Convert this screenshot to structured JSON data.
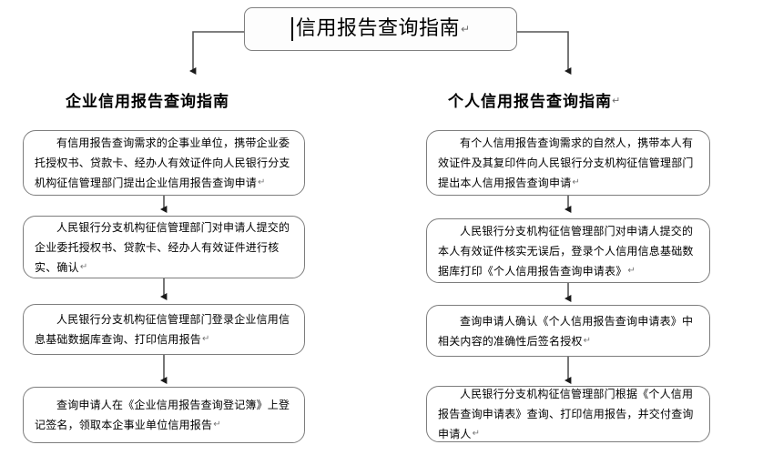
{
  "diagram": {
    "type": "flowchart",
    "title_box": {
      "text": "信用报告查询指南",
      "pilcrow": "↵"
    },
    "columns": [
      {
        "id": "enterprise",
        "header": "企业信用报告查询指南",
        "header_pilcrow": "",
        "steps": [
          {
            "text": "有信用报告查询需求的企事业单位，携带企业委托授权书、贷款卡、经办人有效证件向人民银行分支机构征信管理部门提出企业信用报告查询申请",
            "pilcrow": "↵"
          },
          {
            "text": "人民银行分支机构征信管理部门对申请人提交的企业委托授权书、贷款卡、经办人有效证件进行核实、确认",
            "pilcrow": "↵"
          },
          {
            "text": "人民银行分支机构征信管理部门登录企业信用信息基础数据库查询、打印信用报告",
            "pilcrow": "↵"
          },
          {
            "text": "查询申请人在《企业信用报告查询登记簿》上登记签名，领取本企事业单位信用报告",
            "pilcrow": "↵"
          }
        ]
      },
      {
        "id": "personal",
        "header": "个人信用报告查询指南",
        "header_pilcrow": "↵",
        "steps": [
          {
            "text": "有个人信用报告查询需求的自然人，携带本人有效证件及其复印件向人民银行分支机构征信管理部门提出本人信用报告查询申请",
            "pilcrow": "↵"
          },
          {
            "text": "人民银行分支机构征信管理部门对申请人提交的本人有效证件核实无误后，登录个人信用信息基础数据库打印《个人信用报告查询申请表》",
            "pilcrow": "↵"
          },
          {
            "text": "查询申请人确认《个人信用报告查询申请表》中相关内容的准确性后签名授权",
            "pilcrow": "↵"
          },
          {
            "text": "人民银行分支机构征信管理部门根据《个人信用报告查询申请表》查询、打印信用报告，并交付查询申请人",
            "pilcrow": "↵"
          }
        ]
      }
    ],
    "colors": {
      "box_border": "#7d7d7d",
      "connector": "#555555",
      "text": "#000000",
      "background": "#ffffff"
    }
  }
}
